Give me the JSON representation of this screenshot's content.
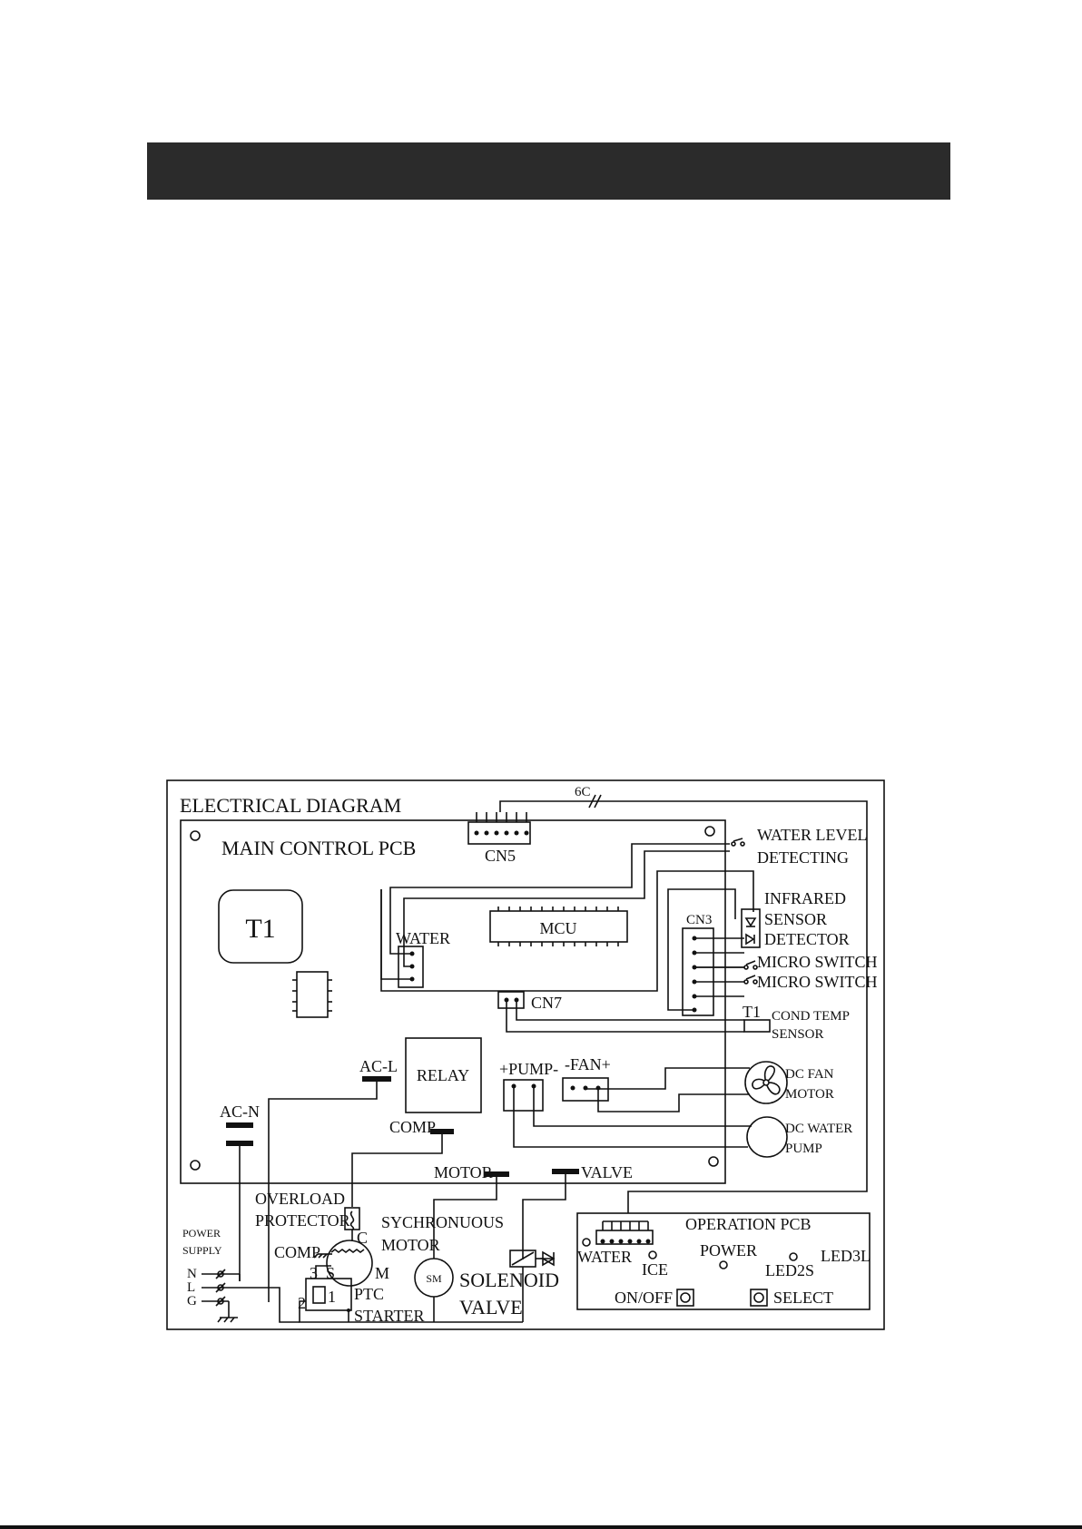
{
  "diagram": {
    "title": "ELECTRICAL DIAGRAM",
    "cable_label": "6C",
    "main_pcb": {
      "title": "MAIN CONTROL PCB",
      "transformer": "T1",
      "mcu": "MCU",
      "cn5": "CN5",
      "cn3": "CN3",
      "cn7": "CN7",
      "water_connector": "WATER",
      "relay": "RELAY",
      "ac_l": "AC-L",
      "ac_n": "AC-N",
      "comp": "COMP",
      "pump": "+PUMP-",
      "fan": "-FAN+"
    },
    "terminals": {
      "motor": "MOTOR",
      "valve": "VALVE"
    },
    "external": {
      "water_level_1": "WATER LEVEL",
      "water_level_2": "DETECTING",
      "infrared_1": "INFRARED",
      "infrared_2": "SENSOR",
      "infrared_3": "DETECTOR",
      "micro_switch_1": "MICRO SWITCH",
      "micro_switch_2": "MICRO SWITCH",
      "t1_sensor_label": "T1",
      "cond_temp_1": "COND TEMP",
      "cond_temp_2": "SENSOR",
      "dc_fan_1": "DC FAN",
      "dc_fan_2": "MOTOR",
      "dc_pump_1": "DC WATER",
      "dc_pump_2": "PUMP",
      "overload_1": "OVERLOAD",
      "overload_2": "PROTECTOR",
      "power_supply_1": "POWER",
      "power_supply_2": "SUPPLY",
      "n": "N",
      "l": "L",
      "g": "G",
      "comp": "COMP",
      "pin_c": "C",
      "pin_s": "S",
      "pin_m": "M",
      "num_3": "3",
      "num_2": "2",
      "num_1": "1",
      "ptc_1": "PTC",
      "ptc_2": "STARTER",
      "sync_1": "SYCHRONUOUS",
      "sync_2": "MOTOR",
      "sm": "SM",
      "solenoid_1": "SOLENOID",
      "solenoid_2": "VALVE"
    },
    "operation_pcb": {
      "title": "OPERATION PCB",
      "water": "WATER",
      "ice": "ICE",
      "power": "POWER",
      "led2s": "LED2S",
      "led3l": "LED3L",
      "on_off": "ON/OFF",
      "select": "SELECT"
    }
  }
}
